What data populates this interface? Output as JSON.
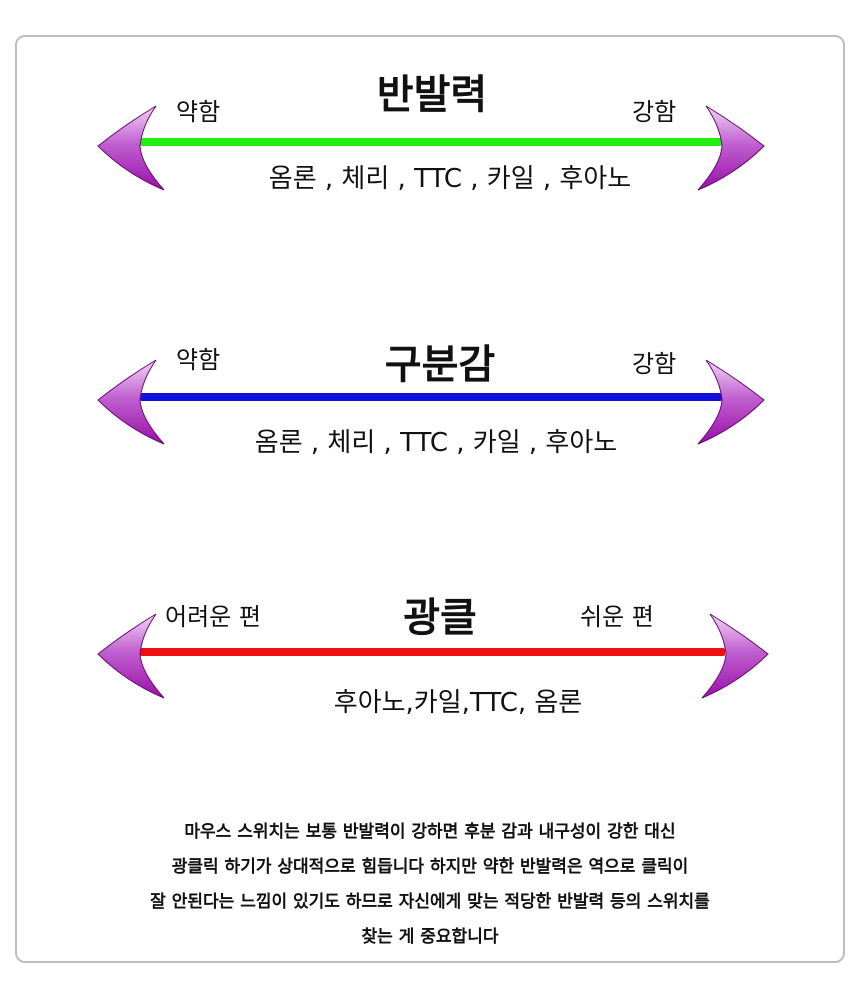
{
  "sections": [
    {
      "title": "반발력",
      "left_label": "약함",
      "right_label": "강함",
      "items": "옴론 , 체리 , TTC , 카일 , 후아노",
      "line_color": "#22ee11"
    },
    {
      "title": "구분감",
      "left_label": "약함",
      "right_label": "강함",
      "items": "옴론 , 체리 , TTC , 카일 , 후아노",
      "line_color": "#1010e0"
    },
    {
      "title": "광클",
      "left_label": "어려운 편",
      "right_label": "쉬운 편",
      "items": "후아노,카일,TTC, 옴론",
      "line_color": "#ee1010"
    }
  ],
  "paragraph": [
    "마우스 스위치는 보통 반발력이 강하면 후분 감과 내구성이 강한 대신",
    "광클릭 하기가 상대적으로 힘듭니다 하지만 약한 반발력은 역으로 클릭이",
    "잘 안된다는 느낌이 있기도 하므로 자신에게 맞는 적당한 반발력 등의 스위치를",
    "찾는 게 중요합니다"
  ]
}
